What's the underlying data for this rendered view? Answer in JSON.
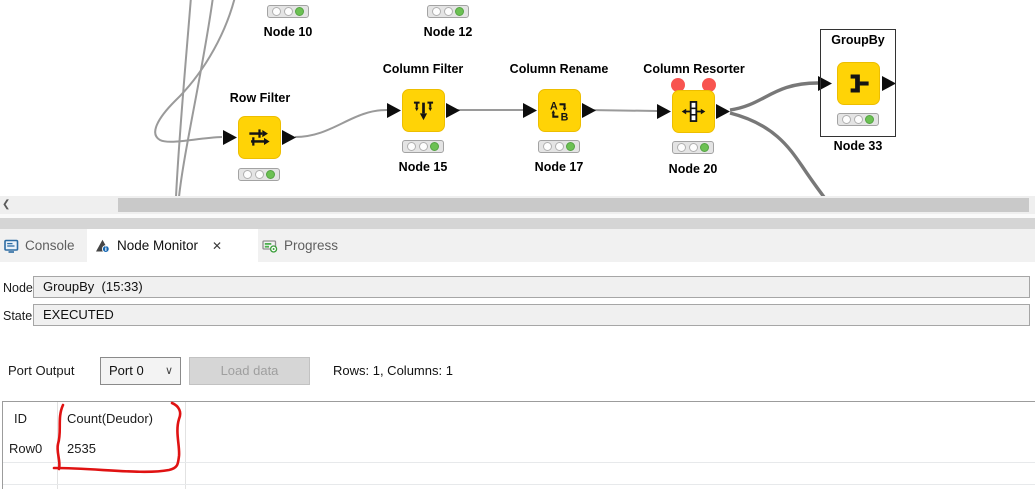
{
  "canvas": {
    "nodes": {
      "node10": {
        "label": "Node 10"
      },
      "node12": {
        "label": "Node 12"
      },
      "row_filter": {
        "title": "Row Filter"
      },
      "column_filter": {
        "title": "Column Filter",
        "label": "Node 15"
      },
      "column_rename": {
        "title": "Column Rename",
        "label": "Node 17"
      },
      "column_resorter": {
        "title": "Column Resorter",
        "label": "Node 20"
      },
      "groupby": {
        "title": "GroupBy",
        "label": "Node 33"
      }
    }
  },
  "scrollbar": {
    "left_arrow": "❮"
  },
  "tabs": {
    "console": "Console",
    "node_monitor": "Node Monitor",
    "progress": "Progress",
    "close": "✕"
  },
  "monitor": {
    "node_label": "Node:",
    "node_value": "GroupBy  (15:33)",
    "state_label": "State:",
    "state_value": "EXECUTED",
    "port_output_label": "Port Output",
    "port_selected": "Port 0",
    "port_chevron": "∨",
    "load_data_label": "Load data",
    "summary": "Rows: 1, Columns: 1",
    "table": {
      "columns": [
        "ID",
        "Count(Deudor)"
      ],
      "rows": [
        [
          "Row0",
          "2535"
        ]
      ]
    }
  },
  "colors": {
    "node_yellow": "#ffd306",
    "status_green": "#6cc153",
    "warning_dot_red": "#f85450",
    "annotation_red": "#e01212",
    "wire_gray": "#9a9a9a",
    "wire_dark": "#787878"
  }
}
